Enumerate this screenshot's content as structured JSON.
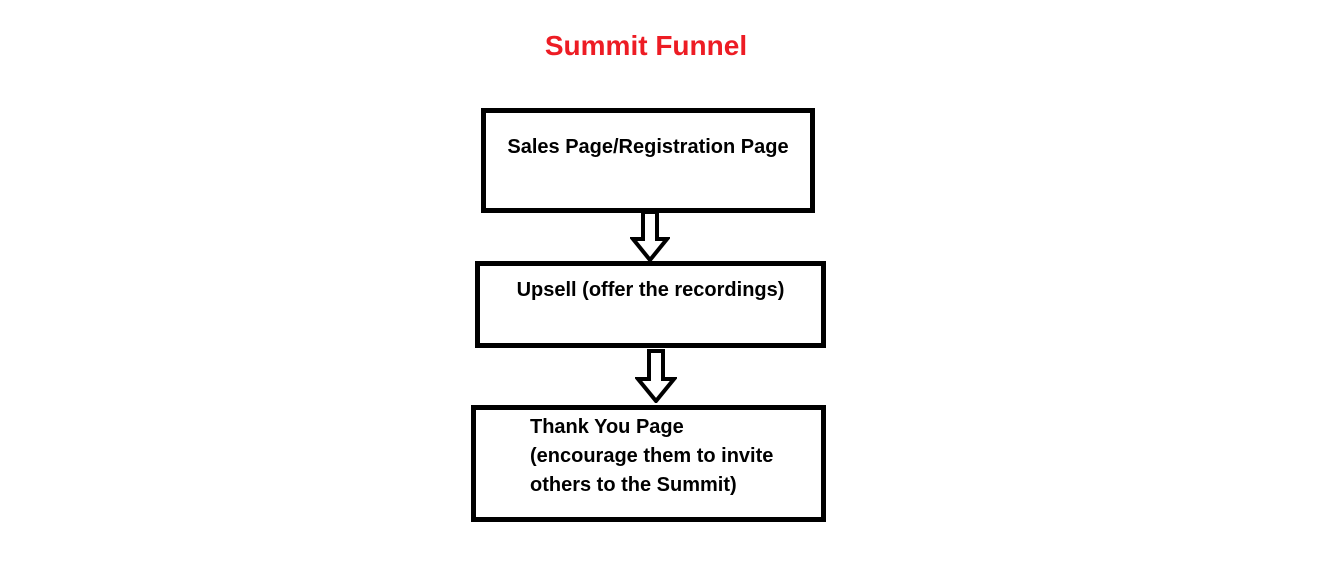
{
  "page": {
    "background": "#ffffff"
  },
  "title": {
    "text": "Summit Funnel",
    "color": "#ed1c24"
  },
  "flowchart": {
    "nodes": [
      {
        "id": "sales-registration-page",
        "label": "Sales Page/Registration Page"
      },
      {
        "id": "upsell",
        "label": "Upsell (offer the recordings)"
      },
      {
        "id": "thank-you-page",
        "label": "Thank You Page\n(encourage them to invite\nothers to the Summit)"
      }
    ],
    "connectors": [
      {
        "from": "sales-registration-page",
        "to": "upsell",
        "type": "block-arrow-down"
      },
      {
        "from": "upsell",
        "to": "thank-you-page",
        "type": "block-arrow-down"
      }
    ]
  },
  "colors": {
    "node_border": "#000000",
    "node_fill": "#ffffff",
    "text": "#000000",
    "arrow_outline": "#000000",
    "arrow_fill": "#ffffff"
  }
}
